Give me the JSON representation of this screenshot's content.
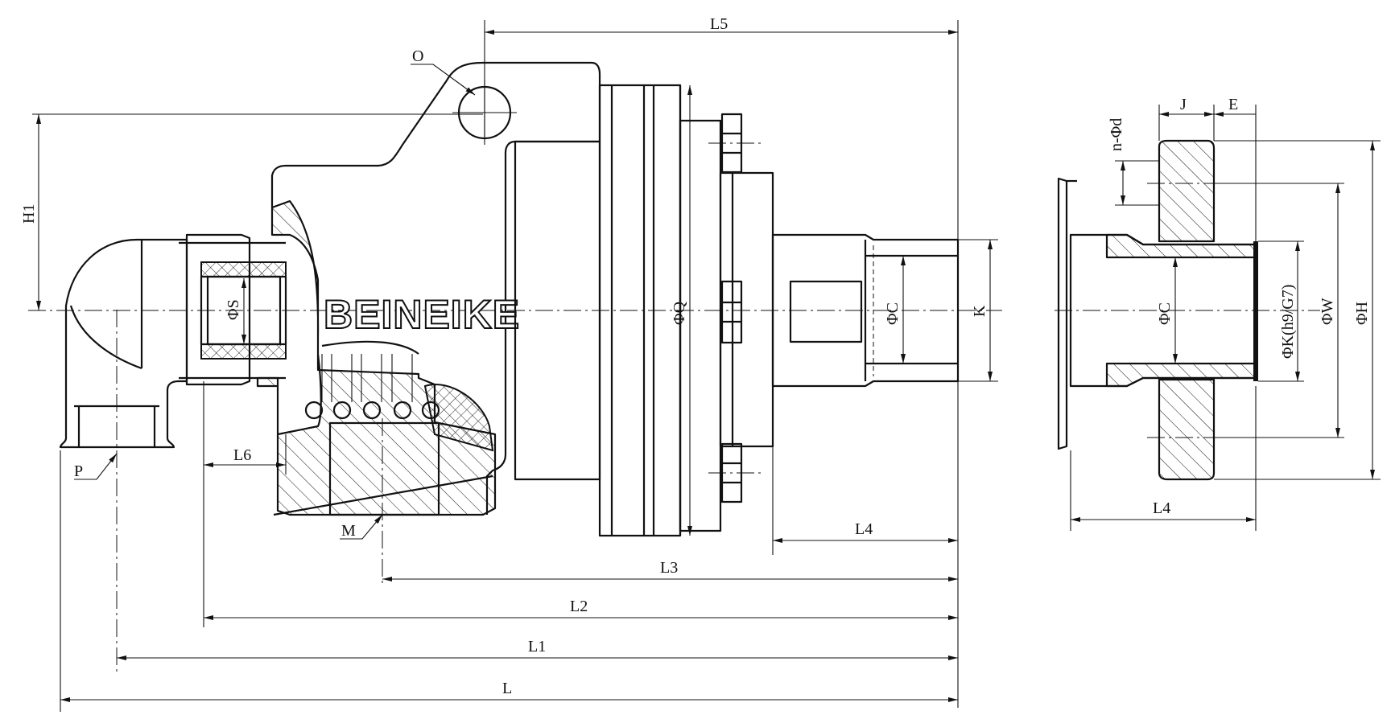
{
  "brand": "BEINEIKE",
  "labels": {
    "O": "O",
    "H1": "H1",
    "S": "ΦS",
    "Q": "ΦQ",
    "C_main": "ΦC",
    "K": "K",
    "P": "P",
    "M": "M",
    "L": "L",
    "L1": "L1",
    "L2": "L2",
    "L3": "L3",
    "L4_main": "L4",
    "L5": "L5",
    "L6": "L6",
    "nd": "n-Φd",
    "J": "J",
    "E": "E",
    "C_side": "ΦC",
    "Kh9": "ΦK(h9/G7)",
    "W": "ΦW",
    "H": "ΦH",
    "L4_side": "L4"
  }
}
